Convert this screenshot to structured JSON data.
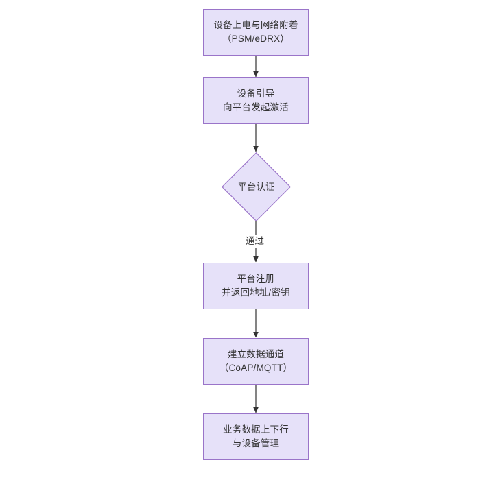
{
  "diagram": {
    "type": "flowchart",
    "orientation": "vertical",
    "title": "",
    "colors": {
      "node_fill": "#e6e1f9",
      "node_border": "#9a74c9",
      "edge_stroke": "#333333",
      "text": "#333333",
      "background": "#ffffff"
    },
    "nodes": [
      {
        "id": "n1",
        "shape": "rectangle",
        "label": "设备上电与网络附着\n（PSM/eDRX）",
        "line1": "设备上电与网络附着",
        "line2": "（PSM/eDRX）"
      },
      {
        "id": "n2",
        "shape": "rectangle",
        "label": "设备引导\n向平台发起激活",
        "line1": "设备引导",
        "line2": "向平台发起激活"
      },
      {
        "id": "n3",
        "shape": "diamond",
        "label": "平台认证",
        "line1": "平台认证",
        "line2": ""
      },
      {
        "id": "n4",
        "shape": "rectangle",
        "label": "平台注册\n并返回地址/密钥",
        "line1": "平台注册",
        "line2": "并返回地址/密钥"
      },
      {
        "id": "n5",
        "shape": "rectangle",
        "label": "建立数据通道\n（CoAP/MQTT）",
        "line1": "建立数据通道",
        "line2": "（CoAP/MQTT）"
      },
      {
        "id": "n6",
        "shape": "rectangle",
        "label": "业务数据上下行\n与设备管理",
        "line1": "业务数据上下行",
        "line2": "与设备管理"
      }
    ],
    "edges": [
      {
        "from": "n1",
        "to": "n2",
        "label": ""
      },
      {
        "from": "n2",
        "to": "n3",
        "label": ""
      },
      {
        "from": "n3",
        "to": "n4",
        "label": "通过"
      },
      {
        "from": "n4",
        "to": "n5",
        "label": ""
      },
      {
        "from": "n5",
        "to": "n6",
        "label": ""
      }
    ]
  }
}
